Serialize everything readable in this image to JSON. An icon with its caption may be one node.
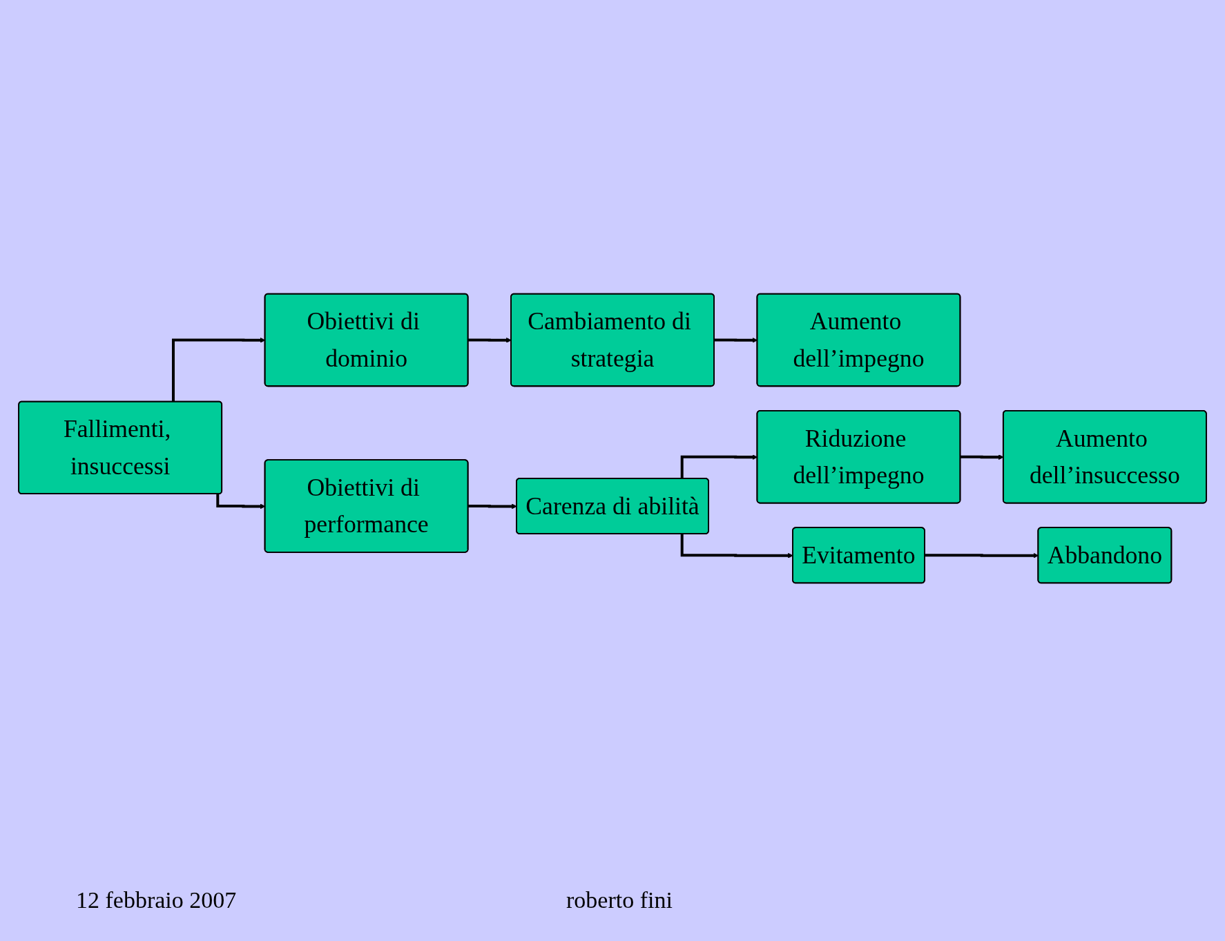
{
  "diagram": {
    "nodes": [
      {
        "text": [
          "Fallimenti, insuccessi"
        ]
      },
      {
        "text": [
          "Obiettivi di dominio"
        ]
      },
      {
        "text": [
          "Cambiamento di strategia"
        ]
      },
      {
        "text": [
          "Aumento dell’impegno"
        ]
      },
      {
        "text": [
          "Obiettivi di performance"
        ]
      },
      {
        "text": [
          "Carenza di abilità"
        ]
      },
      {
        "text": [
          "Aumento dell’insuccesso"
        ]
      },
      {
        "text": [
          "Riduzione dell’impegno"
        ]
      },
      {
        "text": [
          "Evitamento"
        ]
      },
      {
        "text": [
          "Abbandono"
        ]
      }
    ],
    "edges": [
      {
        "from": 0,
        "to": 1,
        "arrow": "to"
      },
      {
        "from": 1,
        "to": 2,
        "arrow": "to"
      },
      {
        "from": 2,
        "to": 3,
        "arrow": "to"
      },
      {
        "from": 0,
        "to": 4,
        "arrow": "to"
      },
      {
        "from": 4,
        "to": 5,
        "arrow": "to"
      },
      {
        "from": 5,
        "to": 7,
        "arrow": "to"
      },
      {
        "from": 5,
        "to": 8,
        "arrow": "to"
      },
      {
        "from": 7,
        "to": 6,
        "arrow": "to"
      },
      {
        "from": 8,
        "to": 9,
        "arrow": "to"
      }
    ],
    "labels": [
      "12 febbraio 2007",
      "roberto fini"
    ]
  }
}
